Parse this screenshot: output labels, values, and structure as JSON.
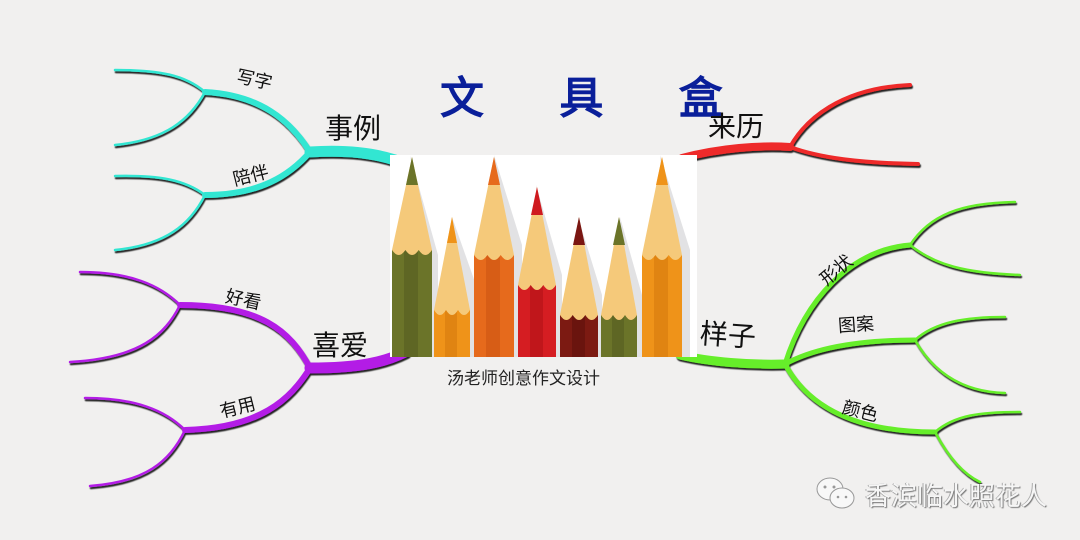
{
  "title": "文 具 盒",
  "center": {
    "caption": "汤老师创意作文设计",
    "image_description": "colored-pencils",
    "pencils": [
      {
        "color": "#6b7429",
        "tip": "#5e6624",
        "height": "tall"
      },
      {
        "color": "#ef9319",
        "tip": "#ef9319",
        "height": "short"
      },
      {
        "color": "#e66a1c",
        "tip": "#e66a1c",
        "height": "tall"
      },
      {
        "color": "#d51d22",
        "tip": "#cf1a1f",
        "height": "medium"
      },
      {
        "color": "#7c1a12",
        "tip": "#7a1612",
        "height": "short"
      },
      {
        "color": "#6b7429",
        "tip": "#6b7429",
        "height": "short"
      },
      {
        "color": "#ef9319",
        "tip": "#ef9319",
        "height": "tall"
      }
    ]
  },
  "branches": [
    {
      "label": "事例",
      "color": "#33e6d2",
      "side": "left",
      "children": [
        {
          "label": "写字"
        },
        {
          "label": "陪伴"
        }
      ]
    },
    {
      "label": "喜爱",
      "color": "#b31fe6",
      "side": "left",
      "children": [
        {
          "label": "好看"
        },
        {
          "label": "有用"
        }
      ]
    },
    {
      "label": "来历",
      "color": "#ee2a2a",
      "side": "right",
      "children": []
    },
    {
      "label": "样子",
      "color": "#66ee2a",
      "side": "right",
      "children": [
        {
          "label": "形状"
        },
        {
          "label": "图案"
        },
        {
          "label": "颜色"
        }
      ]
    }
  ],
  "colors": {
    "background": "#f1f0ef",
    "title": "#0a1f9a"
  },
  "watermark": {
    "icon": "wechat-icon",
    "text": "香滨临水照花人"
  }
}
